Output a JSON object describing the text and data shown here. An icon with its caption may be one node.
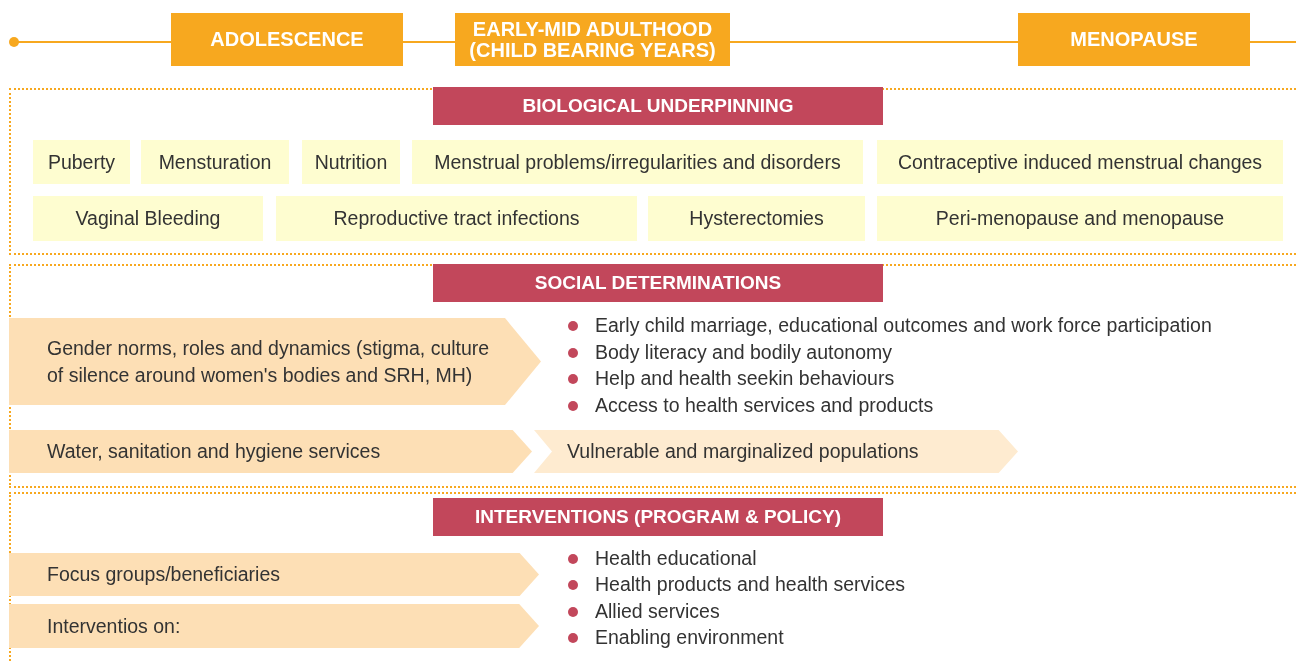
{
  "diagram": {
    "nodes": [
      {
        "text": [
          "ADOLESCENCE"
        ]
      },
      {
        "text": [
          "EARLY-MID ADULTHOOD (CHILD BEARING YEARS)"
        ]
      },
      {
        "text": [
          "MENOPAUSE"
        ]
      },
      {
        "text": [],
        "shape": "box"
      },
      {
        "text": [
          "BIOLOGICAL UNDERPINNING"
        ],
        "in": 3
      },
      {
        "text": [
          "Puberty"
        ],
        "in": 3
      },
      {
        "text": [
          "Mensturation"
        ],
        "in": 3
      },
      {
        "text": [
          "Nutrition"
        ],
        "in": 3
      },
      {
        "text": [
          "Menstrual problems/irregularities and disorders"
        ],
        "in": 3
      },
      {
        "text": [
          "Contraceptive induced menstrual changes"
        ],
        "in": 3
      },
      {
        "text": [
          "Vaginal Bleeding"
        ],
        "in": 3
      },
      {
        "text": [
          "Reproductive tract infections"
        ],
        "in": 3
      },
      {
        "text": [
          "Hysterectomies"
        ],
        "in": 3
      },
      {
        "text": [
          "Peri-menopause and menopause"
        ],
        "in": 3
      },
      {
        "text": [],
        "shape": "box"
      },
      {
        "text": [
          "SOCIAL DETERMINATIONS"
        ],
        "in": 14
      },
      {
        "text": [
          "Gender norms, roles and dynamics (stigma, culture of silence around women's bodies and SRH, MH)"
        ],
        "in": 14
      },
      {
        "text": [
          "Water, sanitation and hygiene services"
        ],
        "in": 14
      },
      {
        "text": [
          "Vulnerable and marginalized populations"
        ],
        "in": 14
      },
      {
        "text": [],
        "shape": "box"
      },
      {
        "text": [
          "INTERVENTIONS (PROGRAM & POLICY)"
        ],
        "in": 19
      },
      {
        "text": [
          "Focus groups/beneficiaries"
        ],
        "in": 19
      },
      {
        "text": [
          "Interventios on:"
        ],
        "in": 19
      }
    ],
    "labels": [
      "Early child marriage, educational outcomes and work force participation",
      "Body literacy and bodily autonomy",
      "Help and health seekin behaviours",
      "Access to health services and products",
      "Health educational",
      "Health products and health services",
      "Allied services",
      "Enabling environment"
    ]
  }
}
